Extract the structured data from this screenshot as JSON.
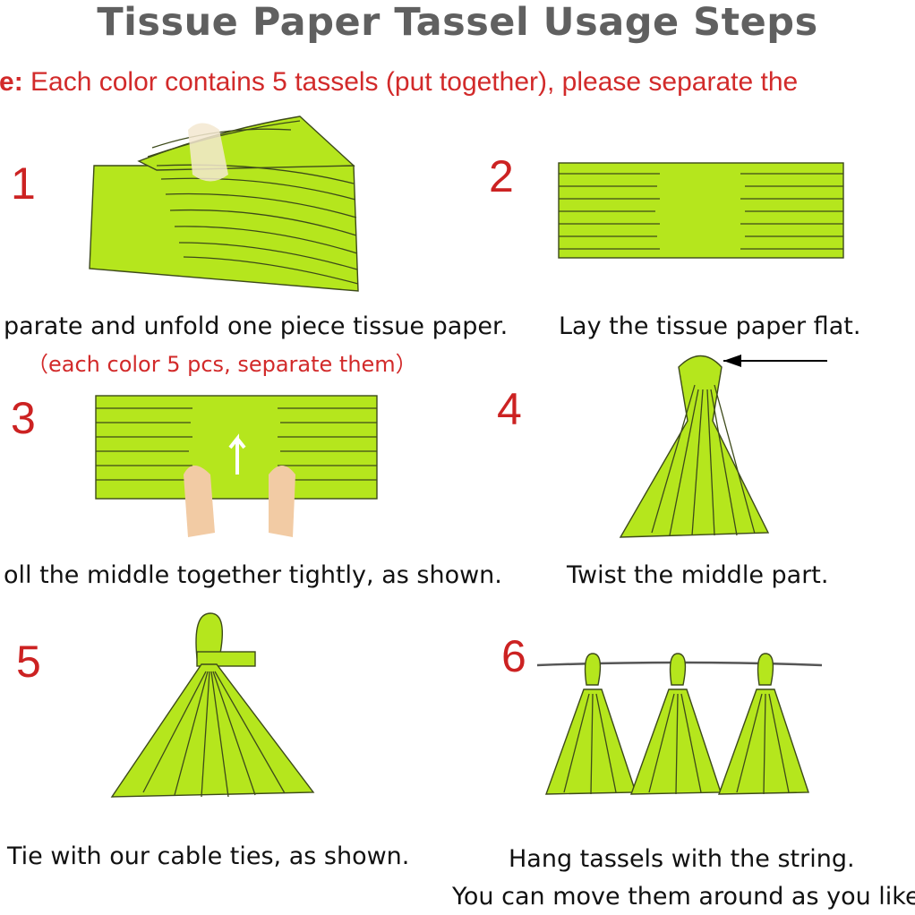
{
  "title": "Tissue Paper Tassel Usage Steps",
  "notice": {
    "label": "tice:",
    "text": " Each color contains 5 tassels (put together), please separate the"
  },
  "colors": {
    "paper": "#b5e61d",
    "number": "#cc2222",
    "title": "#606060",
    "notice": "#d22a2a"
  },
  "steps": [
    {
      "number": "1",
      "caption": "parate and unfold one piece tissue paper.",
      "subcaption": "（each color 5 pcs, separate them）"
    },
    {
      "number": "2",
      "caption": "Lay the tissue paper flat."
    },
    {
      "number": "3",
      "caption": "oll the middle together tightly, as shown."
    },
    {
      "number": "4",
      "caption": "Twist the middle part."
    },
    {
      "number": "5",
      "caption": "Tie with our cable ties, as shown."
    },
    {
      "number": "6",
      "caption": "Hang tassels with the string.",
      "subcaption": "You can move them around as you like"
    }
  ]
}
